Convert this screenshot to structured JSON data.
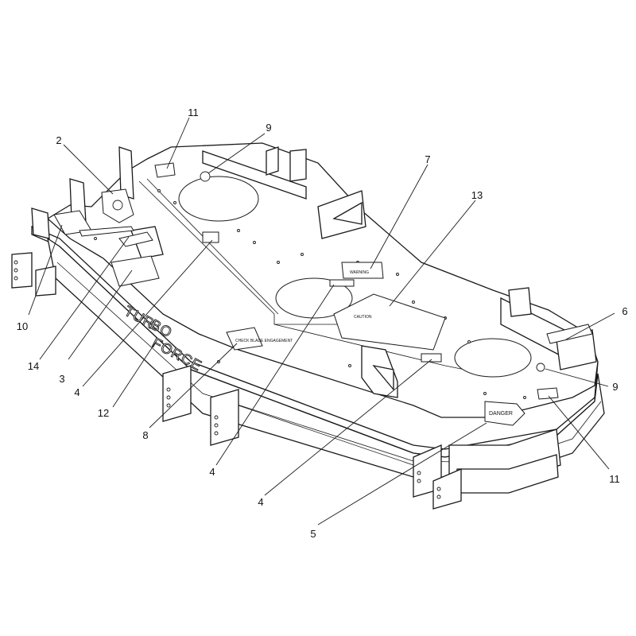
{
  "decals": {
    "danger": "DANGER",
    "turbo_left": "TUR",
    "turbo_right": "BO",
    "force": "FORCE",
    "check_blade": "CHECK BLADE ENGAGEMENT",
    "warning": "WARNING",
    "caution": "CAUTION"
  },
  "callouts": [
    {
      "id": "11a",
      "label": "11"
    },
    {
      "id": "9a",
      "label": "9"
    },
    {
      "id": "2",
      "label": "2"
    },
    {
      "id": "7",
      "label": "7"
    },
    {
      "id": "13",
      "label": "13"
    },
    {
      "id": "6",
      "label": "6"
    },
    {
      "id": "9b",
      "label": "9"
    },
    {
      "id": "11b",
      "label": "11"
    },
    {
      "id": "10",
      "label": "10"
    },
    {
      "id": "14",
      "label": "14"
    },
    {
      "id": "3",
      "label": "3"
    },
    {
      "id": "4a",
      "label": "4"
    },
    {
      "id": "12",
      "label": "12"
    },
    {
      "id": "8",
      "label": "8"
    },
    {
      "id": "4b",
      "label": "4"
    },
    {
      "id": "4c",
      "label": "4"
    },
    {
      "id": "5",
      "label": "5"
    }
  ]
}
